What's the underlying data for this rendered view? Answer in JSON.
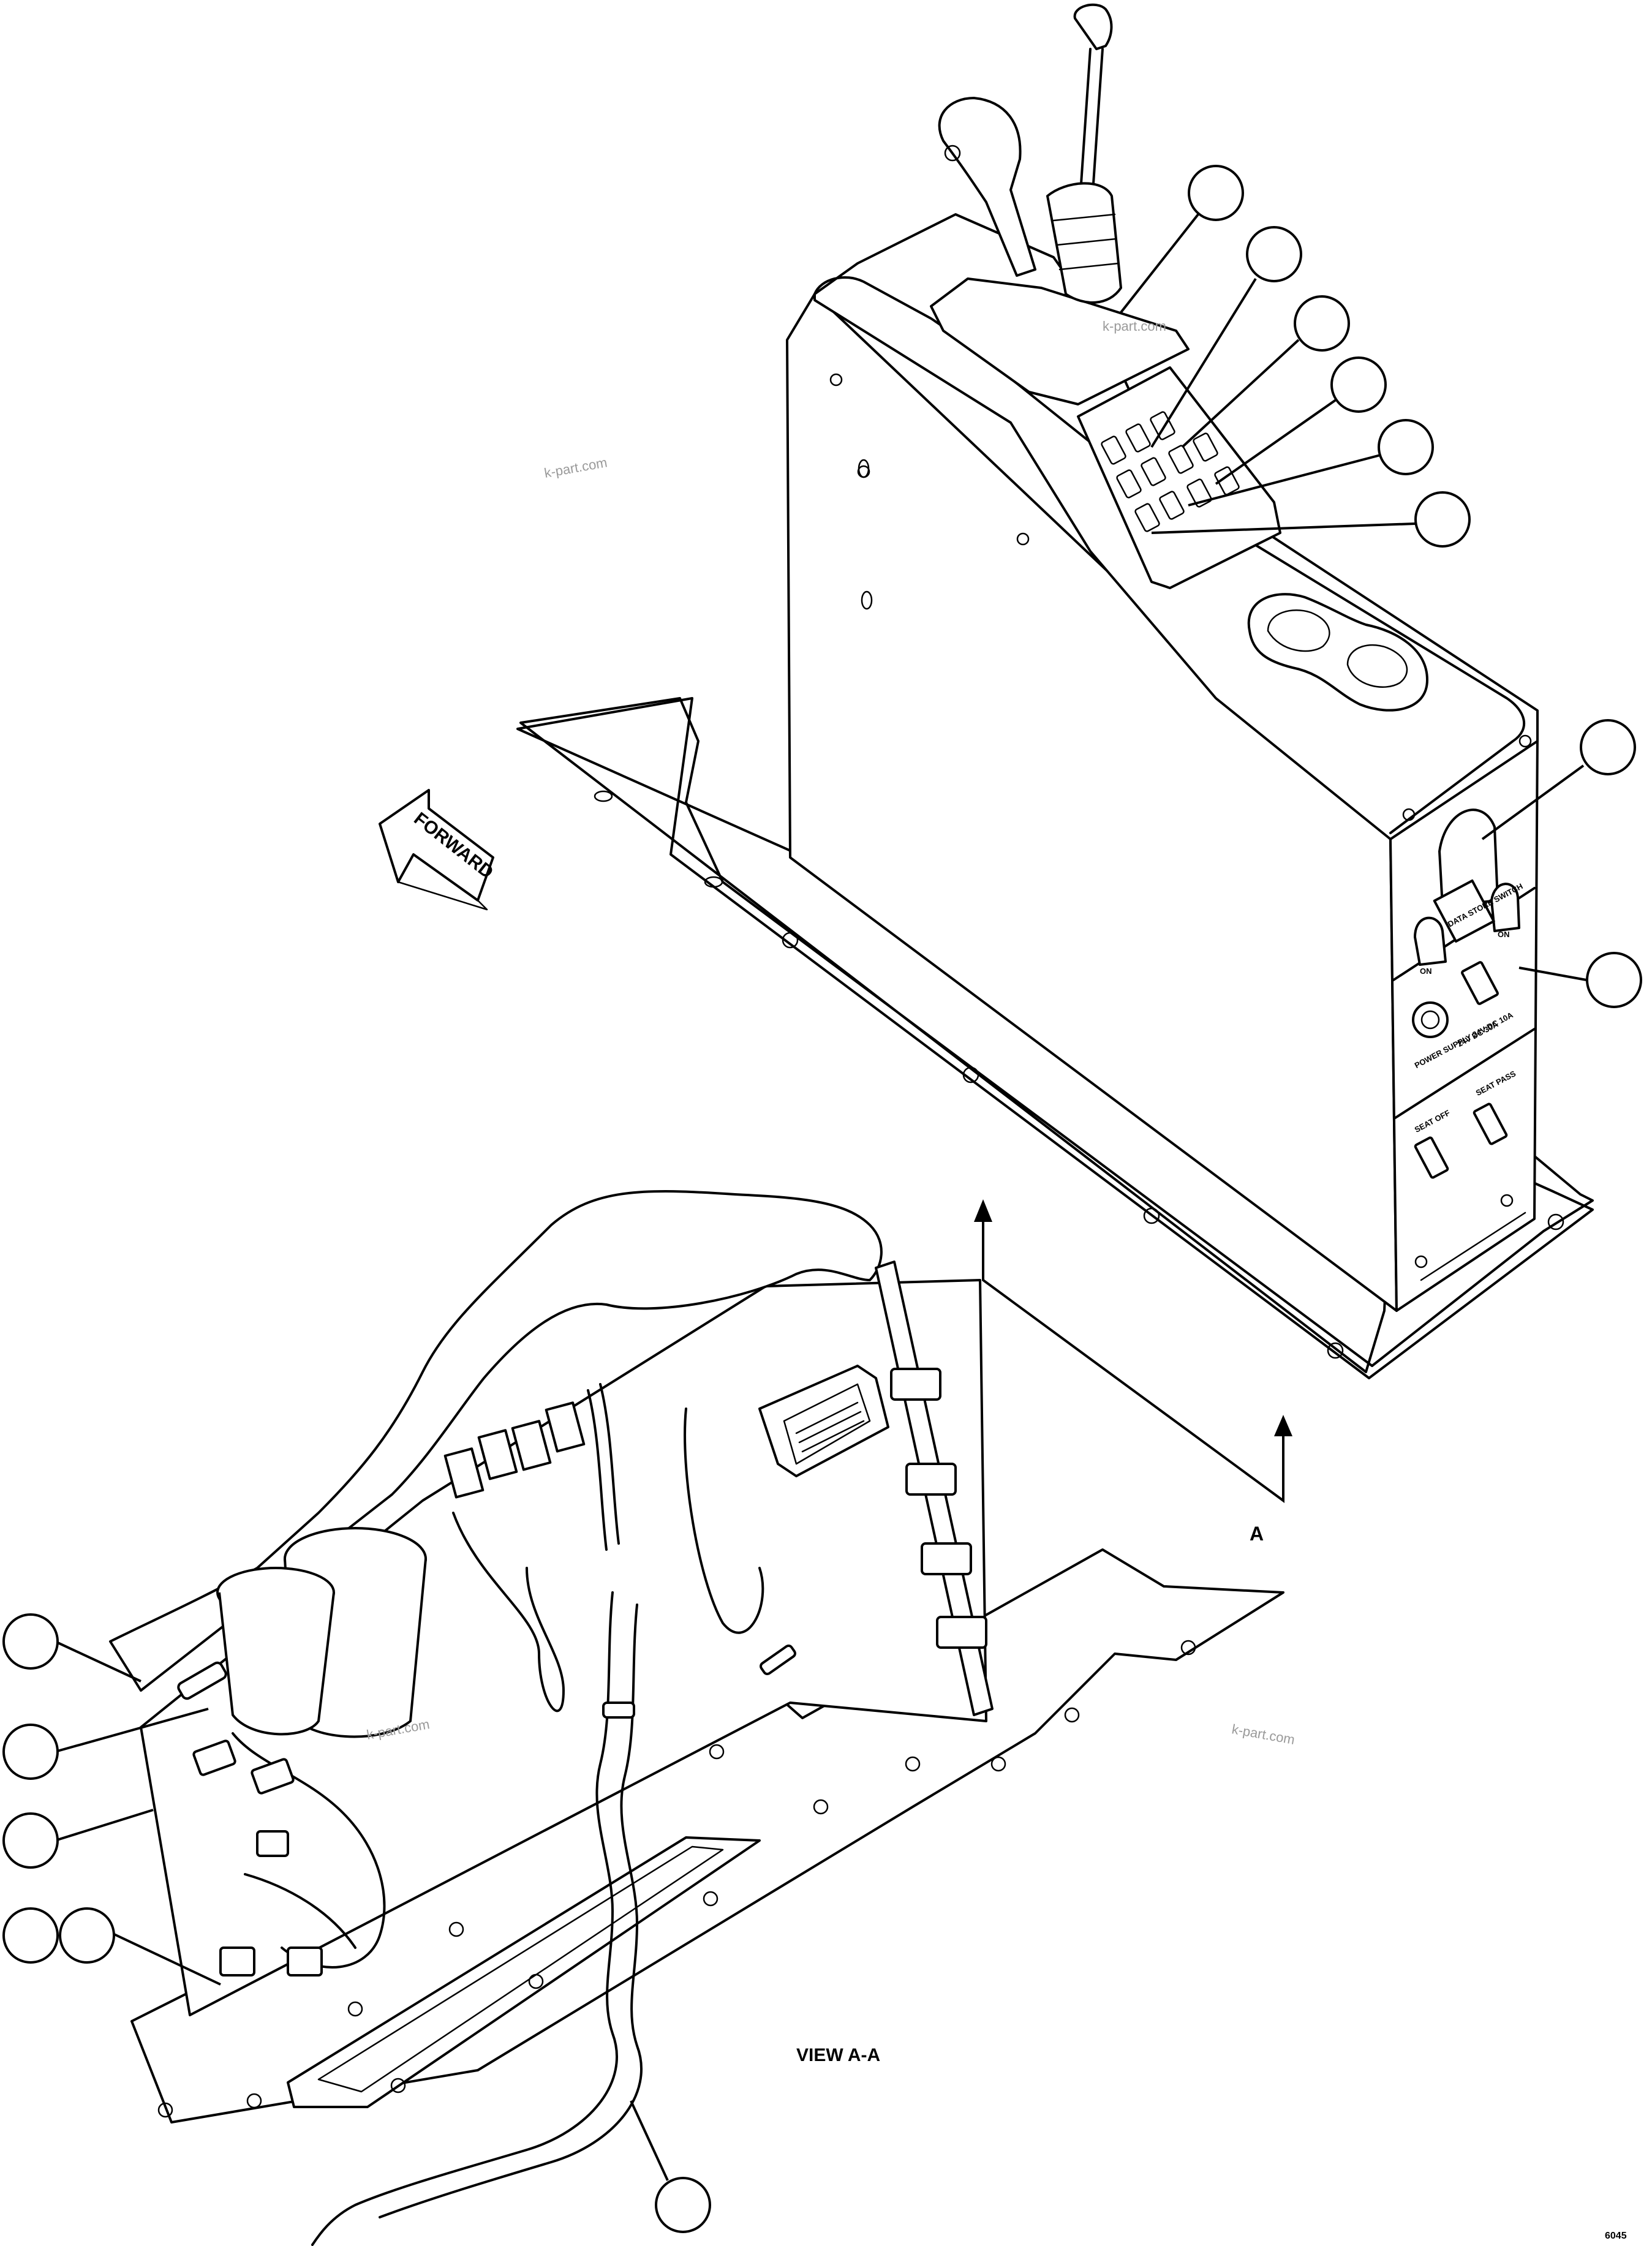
{
  "labels": {
    "forward_arrow": "FORWARD",
    "section_marker_a": "A",
    "view_title": "VIEW A-A",
    "figure_id": "6045"
  },
  "watermarks": [
    "k-part.com",
    "k-part.com",
    "k-part.com",
    "k-part.com"
  ],
  "panel_labels": {
    "data_store_switch": "DATA STORE SWITCH",
    "on_left": "ON",
    "on_right": "ON",
    "power_supply": "POWER SUPPLY 24V DC 10A",
    "power_port": "24V DC 30A",
    "seat_off": "SEAT OFF",
    "seat_pass": "SEAT PASS"
  },
  "callouts": {
    "top_right": [
      "",
      "",
      "",
      "",
      "",
      "",
      "",
      ""
    ],
    "bottom_left": [
      "",
      "",
      "",
      "",
      "",
      ""
    ],
    "bottom": [
      ""
    ]
  }
}
